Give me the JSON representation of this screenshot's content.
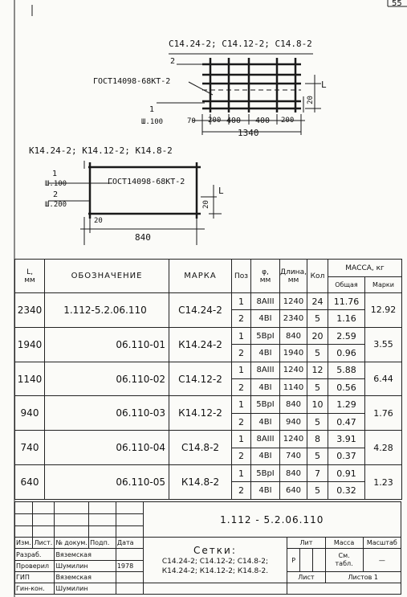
{
  "corner": {
    "sheet_no": "55"
  },
  "drawing_top": {
    "title": "С14.24-2; С14.12-2; С14.8-2",
    "gost_label": "ГОСТ14098-68КТ-2",
    "pos2": "2",
    "pos1": "1",
    "step": "Ш.100",
    "dim_70": "70",
    "dim_200a": "200",
    "dim_400a": "400",
    "dim_400b": "400",
    "dim_200b": "200",
    "dim_1340": "1340",
    "dim_20": "20",
    "dim_L": "L"
  },
  "drawing_bottom": {
    "title": "К14.24-2; К14.12-2; К14.8-2",
    "gost_label": "ГОСТ14098-68КТ-2",
    "pos1": "1",
    "step1": "Ш.100",
    "pos2": "2",
    "step2": "Ш.200",
    "dim_20a": "20",
    "dim_20b": "20",
    "dim_840": "840",
    "dim_L": "L"
  },
  "table": {
    "headers": {
      "L_line1": "L,",
      "L_line2": "мм",
      "designation": "ОБОЗНАЧЕНИЕ",
      "mark": "МАРКА",
      "pos": "Поз",
      "dia_line1": "φ,",
      "dia_line2": "мм",
      "length_line1": "Длина,",
      "length_line2": "мм",
      "qty": "Кол",
      "mass": "МАССА, кг",
      "mass_total": "Общая",
      "mass_mark": "Марки"
    },
    "groups": [
      {
        "L": "2340",
        "designation": "1.112-5.2.06.110",
        "mark": "С14.24-2",
        "mass_mark": "12.92",
        "rows": [
          {
            "pos": "1",
            "dia": "8АIII",
            "length": "1240",
            "qty": "24",
            "mass": "11.76"
          },
          {
            "pos": "2",
            "dia": "4ВI",
            "length": "2340",
            "qty": "5",
            "mass": "1.16"
          }
        ]
      },
      {
        "L": "1940",
        "designation": "06.110-01",
        "mark": "К14.24-2",
        "mass_mark": "3.55",
        "rows": [
          {
            "pos": "1",
            "dia": "5ВрI",
            "length": "840",
            "qty": "20",
            "mass": "2.59"
          },
          {
            "pos": "2",
            "dia": "4ВI",
            "length": "1940",
            "qty": "5",
            "mass": "0.96"
          }
        ]
      },
      {
        "L": "1140",
        "designation": "06.110-02",
        "mark": "С14.12-2",
        "mass_mark": "6.44",
        "rows": [
          {
            "pos": "1",
            "dia": "8АIII",
            "length": "1240",
            "qty": "12",
            "mass": "5.88"
          },
          {
            "pos": "2",
            "dia": "4ВI",
            "length": "1140",
            "qty": "5",
            "mass": "0.56"
          }
        ]
      },
      {
        "L": "940",
        "designation": "06.110-03",
        "mark": "К14.12-2",
        "mass_mark": "1.76",
        "rows": [
          {
            "pos": "1",
            "dia": "5ВрI",
            "length": "840",
            "qty": "10",
            "mass": "1.29"
          },
          {
            "pos": "2",
            "dia": "4ВI",
            "length": "940",
            "qty": "5",
            "mass": "0.47"
          }
        ]
      },
      {
        "L": "740",
        "designation": "06.110-04",
        "mark": "С14.8-2",
        "mass_mark": "4.28",
        "rows": [
          {
            "pos": "1",
            "dia": "8АIII",
            "length": "1240",
            "qty": "8",
            "mass": "3.91"
          },
          {
            "pos": "2",
            "dia": "4ВI",
            "length": "740",
            "qty": "5",
            "mass": "0.37"
          }
        ]
      },
      {
        "L": "640",
        "designation": "06.110-05",
        "mark": "К14.8-2",
        "mass_mark": "1.23",
        "rows": [
          {
            "pos": "1",
            "dia": "5ВрI",
            "length": "840",
            "qty": "7",
            "mass": "0.91"
          },
          {
            "pos": "2",
            "dia": "4ВI",
            "length": "640",
            "qty": "5",
            "mass": "0.32"
          }
        ]
      }
    ]
  },
  "title_block": {
    "doc_code": "1.112 - 5.2.06.110",
    "heading": "Сетки:",
    "items_line1": "С14.24-2; С14.12-2; С14.8-2;",
    "items_line2": "К14.24-2; К14.12-2; К14.8-2.",
    "col_izm": "Изм.",
    "col_list": "Лист.",
    "col_doc": "№ докум.",
    "col_sign": "Подп.",
    "col_date": "Дата",
    "roles": [
      {
        "role": "Разраб.",
        "name": "Вяземская"
      },
      {
        "role": "Проверил",
        "name": "Шумилин"
      },
      {
        "role": "ГИП",
        "name": "Вяземская"
      },
      {
        "role": "Гин-кон.",
        "name": "Шумилин"
      }
    ],
    "year": "1978",
    "lit_label": "Лит",
    "lit_value": "Р",
    "mass_label": "Масса",
    "mass_value_1": "См.",
    "mass_value_2": "табл.",
    "scale_label": "Масштаб",
    "scale_value": "—",
    "sheet_label": "Лист",
    "sheets_label": "Листов 1"
  }
}
